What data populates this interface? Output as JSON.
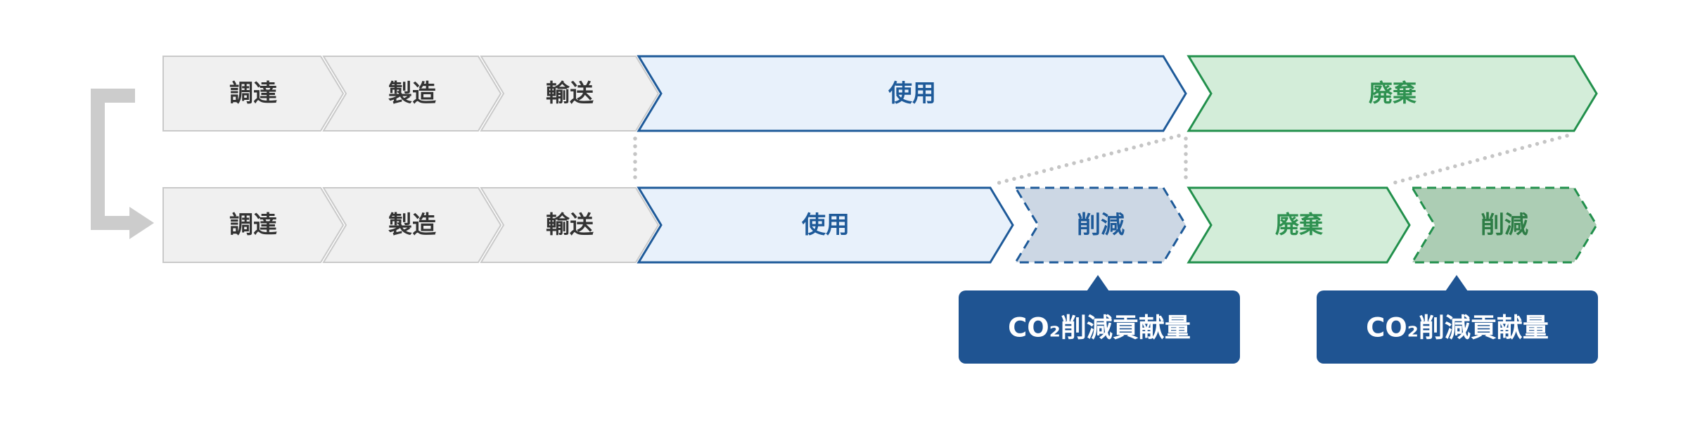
{
  "diagram": {
    "top_row": {
      "segments": [
        {
          "id": "procurement",
          "label": "調達",
          "style": "gray"
        },
        {
          "id": "manufacturing",
          "label": "製造",
          "style": "gray"
        },
        {
          "id": "transport",
          "label": "輸送",
          "style": "gray"
        },
        {
          "id": "use",
          "label": "使用",
          "style": "blue"
        },
        {
          "id": "disposal",
          "label": "廃棄",
          "style": "green"
        }
      ]
    },
    "bottom_row": {
      "segments": [
        {
          "id": "procurement",
          "label": "調達",
          "style": "gray"
        },
        {
          "id": "manufacturing",
          "label": "製造",
          "style": "gray"
        },
        {
          "id": "transport",
          "label": "輸送",
          "style": "gray"
        },
        {
          "id": "use",
          "label": "使用",
          "style": "blue"
        },
        {
          "id": "use-reduction",
          "label": "削減",
          "style": "blue-reduction-dashed"
        },
        {
          "id": "disposal",
          "label": "廃棄",
          "style": "green"
        },
        {
          "id": "disposal-reduction",
          "label": "削減",
          "style": "green-reduction-dashed"
        }
      ]
    },
    "callouts": [
      {
        "id": "co2-reduction-use",
        "label": "CO₂削減貢献量"
      },
      {
        "id": "co2-reduction-disposal",
        "label": "CO₂削減貢献量"
      }
    ],
    "colors": {
      "stage_gray_fill": "#f0f0f0",
      "stage_gray_border": "#c9c9c9",
      "stage_gray_text": "#333333",
      "use_fill": "#e8f1fb",
      "use_border": "#1e5a99",
      "use_text": "#1e5a99",
      "use_reduction_fill": "#ccd7e4",
      "disposal_fill": "#d3edd9",
      "disposal_border": "#22904c",
      "disposal_text": "#2e9150",
      "disposal_reduction_fill": "#accdb4",
      "disposal_reduction_text": "#2e7d46",
      "callout_fill": "#1f5492",
      "callout_text": "#ffffff",
      "connector_dotted": "#c5c5c5",
      "loop_arrow": "#cccccc"
    }
  }
}
